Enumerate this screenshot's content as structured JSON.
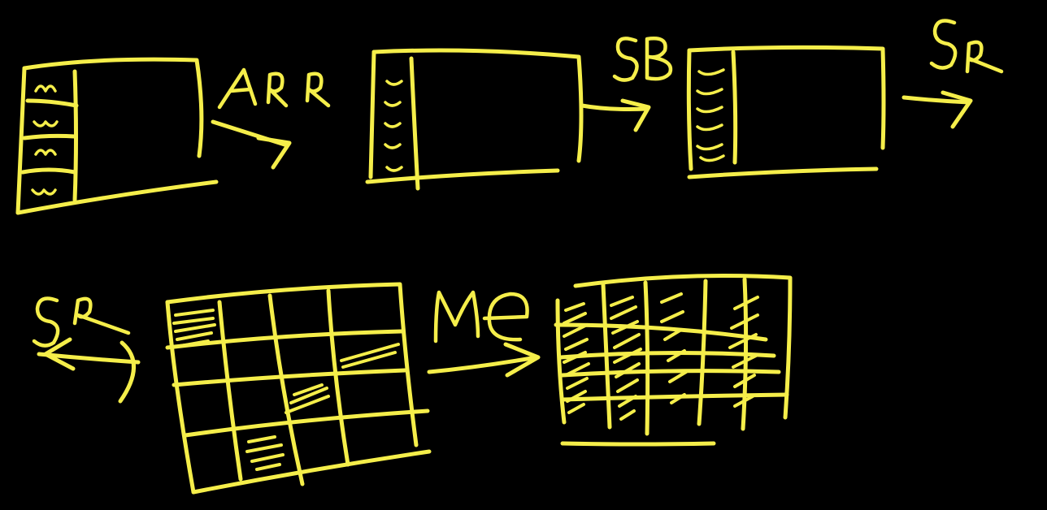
{
  "colors": {
    "background": "#000000",
    "ink": "#f5ee4a"
  },
  "labels": {
    "arr": "ARR",
    "sb": "SB",
    "sr_top": "SR",
    "sr_bottom": "SR",
    "me": "ME"
  },
  "stage1_slots": [
    "r",
    "v",
    "s",
    "v"
  ]
}
